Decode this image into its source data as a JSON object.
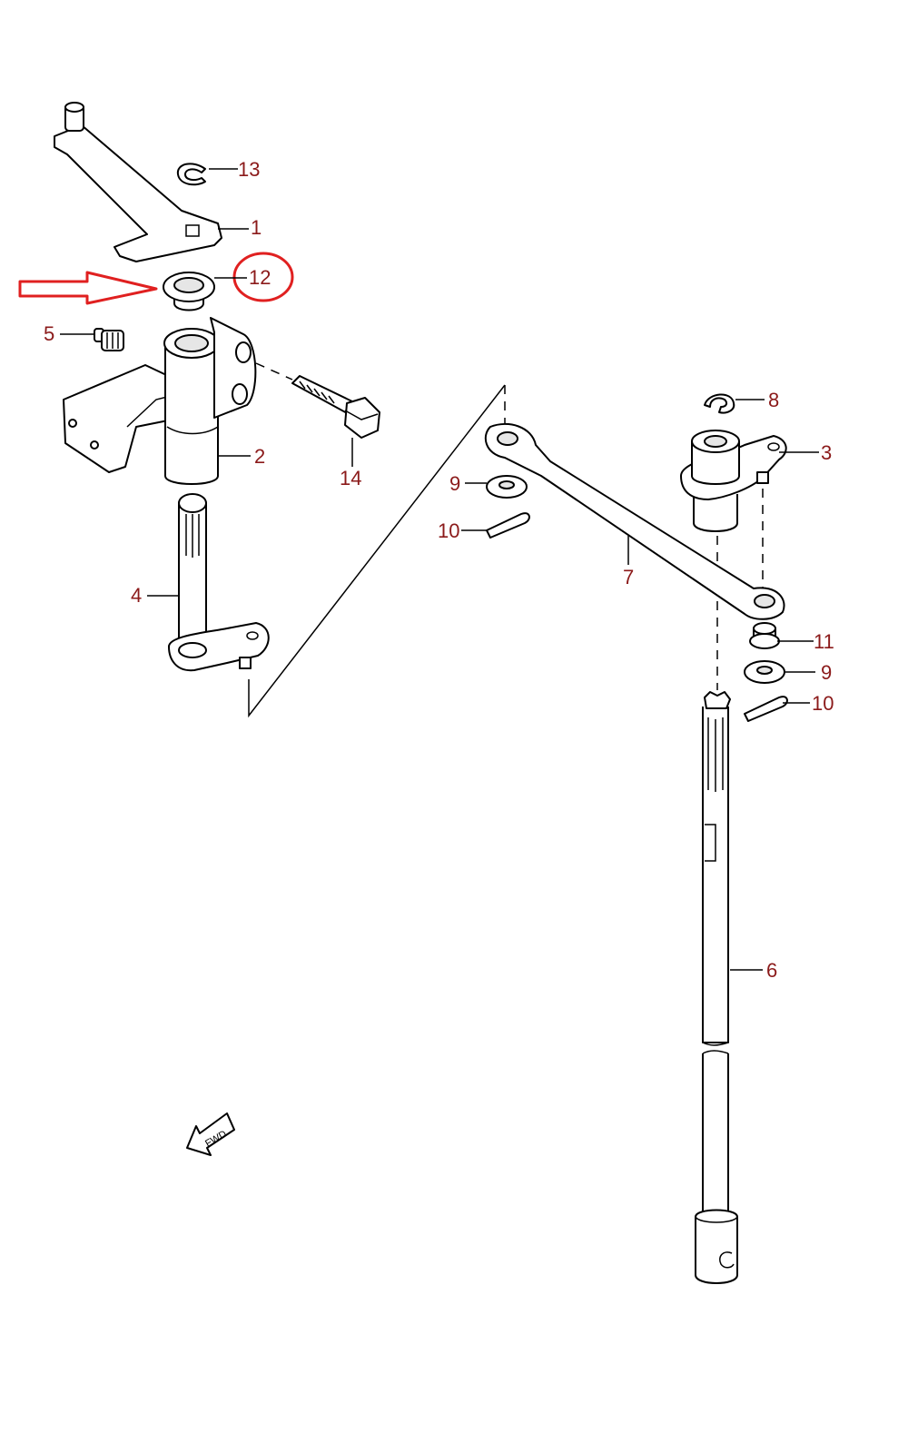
{
  "diagram": {
    "labels": {
      "p1": "1",
      "p2": "2",
      "p3": "3",
      "p4": "4",
      "p5": "5",
      "p6": "6",
      "p7": "7",
      "p8": "8",
      "p9a": "9",
      "p9b": "9",
      "p10a": "10",
      "p10b": "10",
      "p11": "11",
      "p12": "12",
      "p13": "13",
      "p14": "14"
    },
    "fwd_text": "FWD",
    "highlight": {
      "color": "#e02020",
      "target": "12"
    },
    "label_color": "#8b1a1a"
  }
}
